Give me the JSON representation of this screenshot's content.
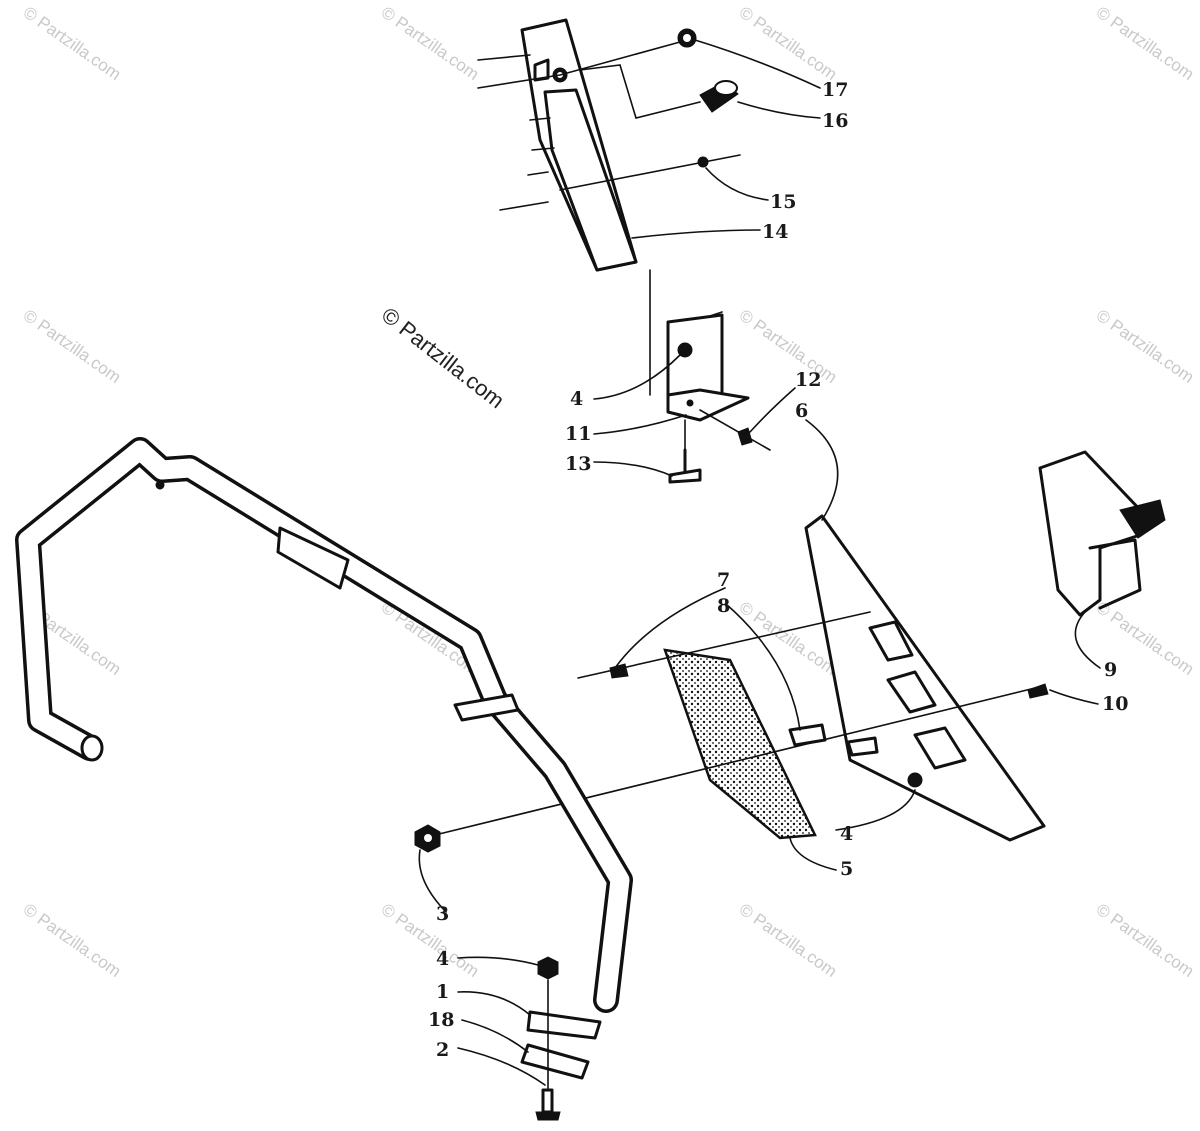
{
  "watermarks": {
    "text": "© Partzilla.com",
    "main_text": "© Partzilla.com"
  },
  "callouts": [
    {
      "id": "17",
      "label": "17"
    },
    {
      "id": "16",
      "label": "16"
    },
    {
      "id": "15",
      "label": "15"
    },
    {
      "id": "14",
      "label": "14"
    },
    {
      "id": "12",
      "label": "12"
    },
    {
      "id": "6",
      "label": "6"
    },
    {
      "id": "4a",
      "label": "4"
    },
    {
      "id": "11",
      "label": "11"
    },
    {
      "id": "13",
      "label": "13"
    },
    {
      "id": "7",
      "label": "7"
    },
    {
      "id": "8",
      "label": "8"
    },
    {
      "id": "9",
      "label": "9"
    },
    {
      "id": "10",
      "label": "10"
    },
    {
      "id": "4b",
      "label": "4"
    },
    {
      "id": "5",
      "label": "5"
    },
    {
      "id": "3",
      "label": "3"
    },
    {
      "id": "4c",
      "label": "4"
    },
    {
      "id": "1",
      "label": "1"
    },
    {
      "id": "18",
      "label": "18"
    },
    {
      "id": "2",
      "label": "2"
    }
  ]
}
